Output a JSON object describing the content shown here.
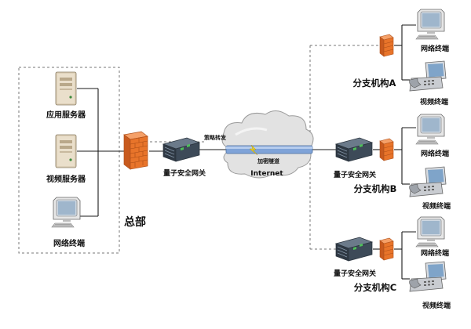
{
  "headquarters": {
    "label": "总部",
    "app_server": "应用服务器",
    "video_server": "视频服务器",
    "net_terminal": "网络终端"
  },
  "core": {
    "gateway": "量子安全网关",
    "policy_forward": "策略转发",
    "internet": "Internet",
    "encrypted_tunnel": "加密隧道"
  },
  "branches": [
    {
      "name": "分支机构A",
      "net_terminal": "网络终端",
      "video_terminal": "视频终端"
    },
    {
      "name": "分支机构B",
      "gateway": "量子安全网关",
      "net_terminal": "网络终端",
      "video_terminal": "视频终端"
    },
    {
      "name": "分支机构C",
      "gateway": "量子安全网关",
      "net_terminal": "网络终端",
      "video_terminal": "视频终端"
    }
  ],
  "colors": {
    "link_line": "#1a1a1a",
    "dashed_box": "#777777",
    "firewall": "#e8742a",
    "gateway_body": "#3d4a58",
    "tunnel": "#7fa3d8",
    "cloud": "#e2e2e2"
  }
}
